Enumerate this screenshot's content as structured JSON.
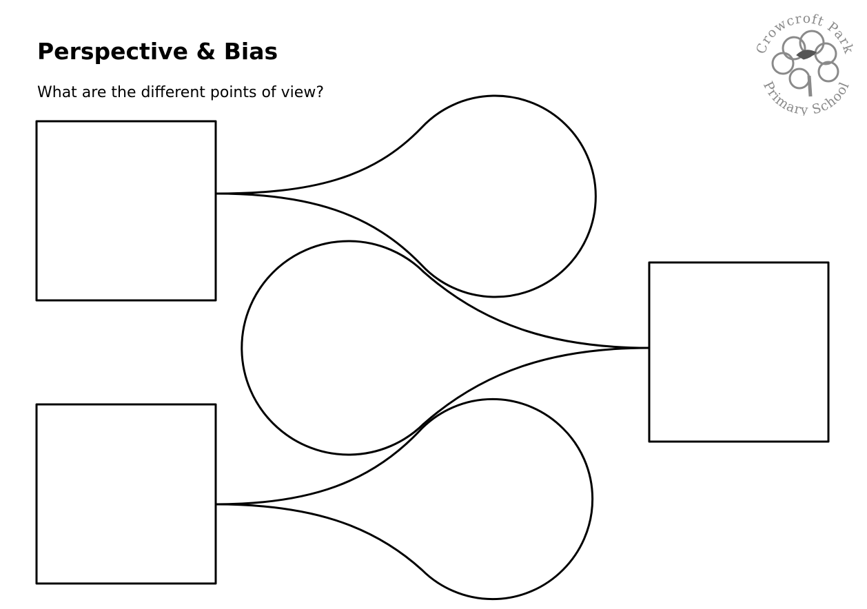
{
  "heading": {
    "title": "Perspective & Bias",
    "subtitle": "What are the different points of view?"
  },
  "logo": {
    "top_text": "Crowcroft Park",
    "bottom_text": "Primary School",
    "icon": "tree-bird-icon",
    "color": "#8a8a8a"
  },
  "diagram": {
    "boxes": [
      {
        "id": "box-top-left",
        "text": ""
      },
      {
        "id": "box-bottom-left",
        "text": ""
      },
      {
        "id": "box-right",
        "text": ""
      }
    ],
    "bubbles": [
      {
        "id": "bubble-top",
        "text": ""
      },
      {
        "id": "bubble-middle",
        "text": ""
      },
      {
        "id": "bubble-bottom",
        "text": ""
      }
    ],
    "stroke_color": "#000000"
  }
}
